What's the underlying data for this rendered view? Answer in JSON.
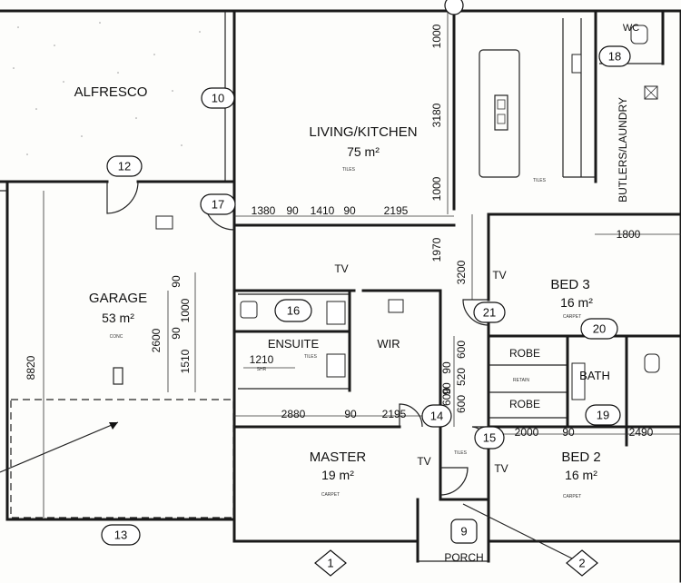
{
  "rooms": [
    {
      "key": "alfresco",
      "name": "ALFRESCO",
      "area": ""
    },
    {
      "key": "living",
      "name": "LIVING/KITCHEN",
      "area": "75 m²"
    },
    {
      "key": "garage",
      "name": "GARAGE",
      "area": "53 m²"
    },
    {
      "key": "ensuite",
      "name": "ENSUITE",
      "area": ""
    },
    {
      "key": "wir",
      "name": "WIR",
      "area": ""
    },
    {
      "key": "master",
      "name": "MASTER",
      "area": "19 m²"
    },
    {
      "key": "bed3",
      "name": "BED 3",
      "area": "16 m²"
    },
    {
      "key": "bed2",
      "name": "BED 2",
      "area": "16 m²"
    },
    {
      "key": "bath",
      "name": "BATH",
      "area": ""
    },
    {
      "key": "robe1",
      "name": "ROBE",
      "area": ""
    },
    {
      "key": "robe2",
      "name": "ROBE",
      "area": ""
    },
    {
      "key": "butlers",
      "name": "BUTLERS/LAUNDRY",
      "area": ""
    },
    {
      "key": "wc",
      "name": "WC",
      "area": ""
    },
    {
      "key": "porch",
      "name": "PORCH",
      "area": ""
    }
  ],
  "dimensions": [
    "1380",
    "90",
    "1410",
    "90",
    "2195",
    "1000",
    "3180",
    "1000",
    "1970",
    "3200",
    "1800",
    "2600",
    "90",
    "1000",
    "90",
    "1510",
    "8820",
    "1210",
    "2880",
    "90",
    "2195",
    "600",
    "90",
    "520",
    "600",
    "90",
    "600",
    "2000",
    "90",
    "2490"
  ],
  "markers": [
    "10",
    "12",
    "17",
    "16",
    "13",
    "1",
    "2",
    "9",
    "14",
    "15",
    "18",
    "21",
    "20",
    "19"
  ],
  "tv_labels": [
    "TV",
    "TV",
    "TV",
    "TV"
  ],
  "floor_finishes": [
    "TILES",
    "TILES",
    "CONC",
    "CARPET",
    "TILES",
    "SHR",
    "CARPET",
    "CARPET",
    "TILES",
    "RETAIN"
  ]
}
